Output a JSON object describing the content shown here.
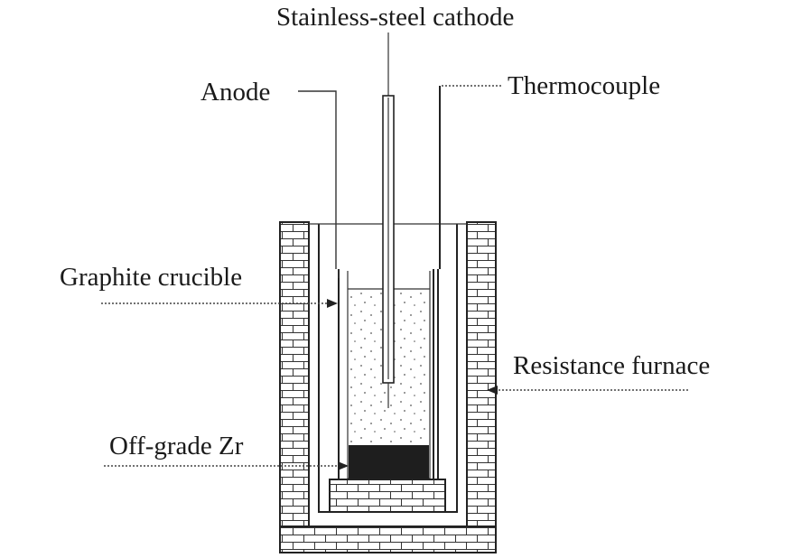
{
  "labels": {
    "cathode": "Stainless-steel cathode",
    "anode": "Anode",
    "thermocouple": "Thermocouple",
    "crucible": "Graphite crucible",
    "furnace": "Resistance furnace",
    "feed": "Off-grade Zr"
  },
  "colors": {
    "ink": "#222222",
    "brick_fill": "#ffffff",
    "melt_dots": "#555555",
    "off_grade_zr": "#1e1e1e"
  }
}
